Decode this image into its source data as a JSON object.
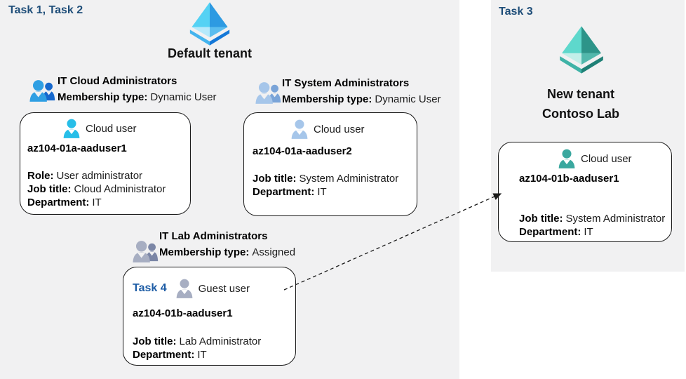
{
  "left_panel": {
    "task_label": "Task 1, Task 2",
    "tenant_name": "Default tenant",
    "groups": [
      {
        "title": "IT Cloud Administrators",
        "membership_label": "Membership type:",
        "membership_value": "Dynamic User"
      },
      {
        "title": "IT System Administrators",
        "membership_label": "Membership type:",
        "membership_value": "Dynamic User"
      },
      {
        "title": "IT Lab Administrators",
        "membership_label": "Membership type:",
        "membership_value": "Assigned"
      }
    ],
    "cards": [
      {
        "user_type": "Cloud user",
        "name": "az104-01a-aaduser1",
        "fields": [
          {
            "label": "Role:",
            "value": "User administrator"
          },
          {
            "label": "Job title:",
            "value": "Cloud Administrator"
          },
          {
            "label": "Department:",
            "value": "IT"
          }
        ]
      },
      {
        "user_type": "Cloud user",
        "name": "az104-01a-aaduser2",
        "fields": [
          {
            "label": "Job title:",
            "value": "System Administrator"
          },
          {
            "label": "Department:",
            "value": "IT"
          }
        ]
      },
      {
        "task_label": "Task 4",
        "user_type": "Guest user",
        "name": "az104-01b-aaduser1",
        "fields": [
          {
            "label": "Job title:",
            "value": "Lab Administrator"
          },
          {
            "label": "Department:",
            "value": "IT"
          }
        ]
      }
    ]
  },
  "right_panel": {
    "task_label": "Task 3",
    "tenant_name_line1": "New tenant",
    "tenant_name_line2": "Contoso Lab",
    "card": {
      "user_type": "Cloud user",
      "name": "az104-01b-aaduser1",
      "fields": [
        {
          "label": "Job title:",
          "value": "System Administrator"
        },
        {
          "label": "Department:",
          "value": "IT"
        }
      ]
    }
  },
  "icons": {
    "default_tenant_icon": "azure-ad-tenant-pyramid-blue",
    "new_tenant_icon": "azure-ad-tenant-pyramid-teal",
    "group_icon": "two-users-group",
    "user_icon": "single-user"
  },
  "colors": {
    "panel_background": "#f1f1f2",
    "task_label_blue": "#1f4e79",
    "task4_label_blue": "#1d5ca5",
    "card_border": "#1a1a1a",
    "cloud_user_cyan": "#27bee8",
    "system_user_steel_blue": "#a6c6ea",
    "guest_user_gray": "#a7aec2",
    "new_tenant_teal": "#3aa89f",
    "pyramid_light_cyan": "#55d2f4",
    "pyramid_blue": "#2d9ae2",
    "pyramid_light_teal": "#5ed8cc",
    "pyramid_teal": "#2d9489"
  }
}
